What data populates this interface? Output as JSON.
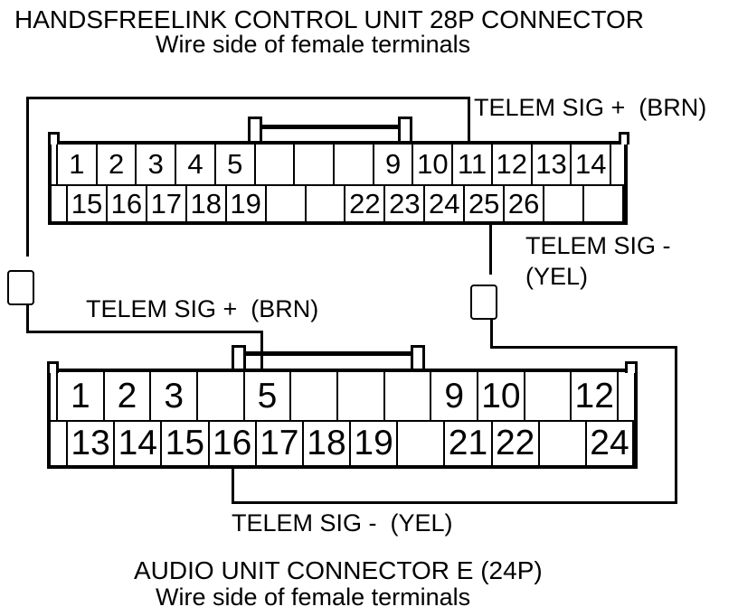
{
  "header": {
    "title": "HANDSFREELINK CONTROL UNIT 28P CONNECTOR",
    "subtitle": "Wire side of female terminals"
  },
  "footer": {
    "title": "AUDIO UNIT CONNECTOR E (24P)",
    "subtitle": "Wire side of female terminals"
  },
  "labels": {
    "telem_plus_top": "TELEM SIG +  (BRN)",
    "telem_minus_right_line1": "TELEM SIG -",
    "telem_minus_right_line2": "(YEL)",
    "telem_plus_mid": "TELEM SIG +  (BRN)",
    "telem_minus_bottom": "TELEM SIG -  (YEL)"
  },
  "colors": {
    "line": "#000000",
    "background": "#ffffff"
  },
  "connectors": [
    {
      "id": "28p",
      "name": "HANDSFREELINK CONTROL UNIT 28P CONNECTOR",
      "rows": [
        {
          "cells": [
            "1",
            "2",
            "3",
            "4",
            "5",
            "/",
            "/",
            "/",
            "9",
            "10",
            "11",
            "12",
            "13",
            "14"
          ],
          "trailing_spacer": true
        },
        {
          "cells": [
            "15",
            "16",
            "17",
            "18",
            "19",
            "/",
            "/",
            "22",
            "23",
            "24",
            "25",
            "26",
            "/",
            "/"
          ],
          "leading_spacer": true
        }
      ]
    },
    {
      "id": "24p",
      "name": "AUDIO UNIT CONNECTOR E (24P)",
      "rows": [
        {
          "cells": [
            "1",
            "2",
            "3",
            "/",
            "5",
            "/",
            "/",
            "/",
            "9",
            "10",
            "/",
            "12"
          ],
          "trailing_spacer": true
        },
        {
          "cells": [
            "13",
            "14",
            "15",
            "16",
            "17",
            "18",
            "19",
            "/",
            "21",
            "22",
            "/",
            "24"
          ],
          "leading_spacer": true
        }
      ]
    }
  ],
  "connections": [
    {
      "signal": "TELEM SIG +",
      "wire_color": "BRN",
      "from": "28P pin 11",
      "to": "24P pin 5"
    },
    {
      "signal": "TELEM SIG -",
      "wire_color": "YEL",
      "from": "28P pin 25",
      "to": "24P pin 16"
    }
  ]
}
